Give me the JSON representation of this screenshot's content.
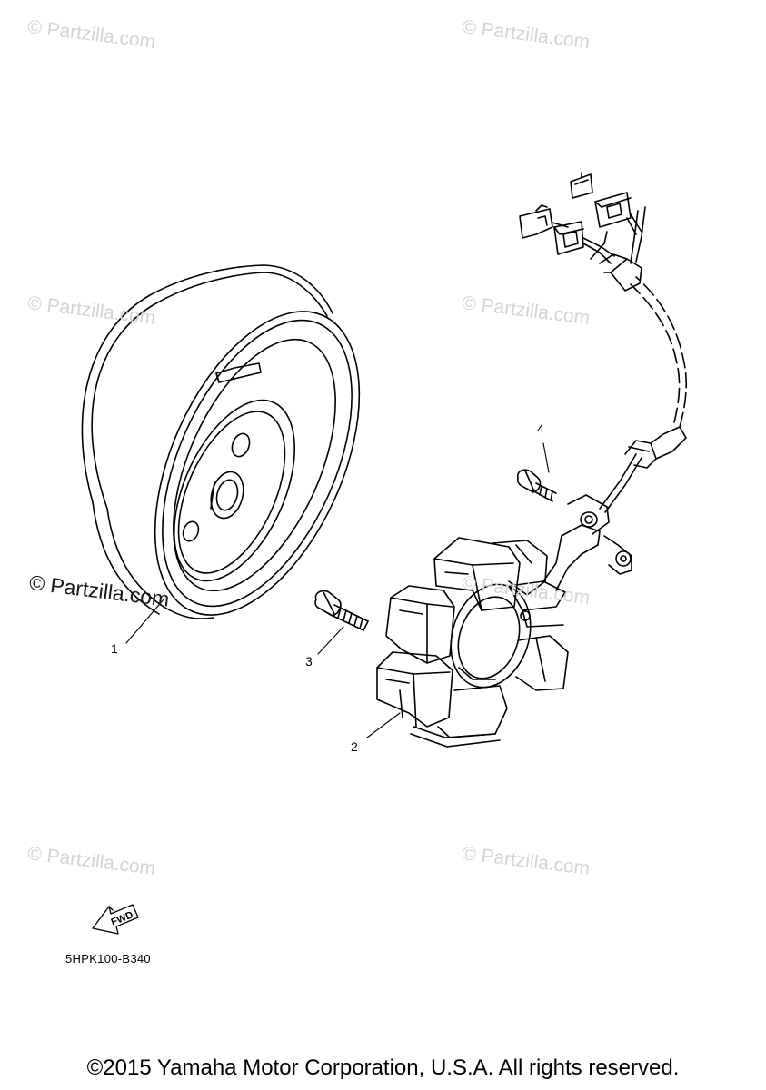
{
  "watermark": {
    "text": "© Partzilla.com"
  },
  "callouts": {
    "part_1": "1",
    "part_2": "2",
    "part_3": "3",
    "part_4": "4"
  },
  "fwd_label": "FWD",
  "diagram_code": "5HPK100-B340",
  "copyright": "©2015 Yamaha Motor Corporation, U.S.A. All rights reserved.",
  "colors": {
    "line": "#000000",
    "watermark": "#d4d4d4",
    "background": "#ffffff"
  }
}
